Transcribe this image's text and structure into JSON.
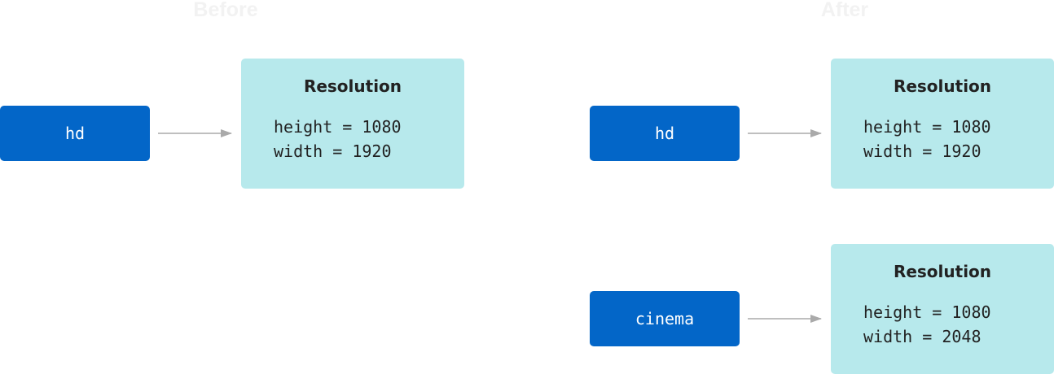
{
  "headings": {
    "before": "Before",
    "after": "After"
  },
  "before": {
    "instances": [
      {
        "variable": "hd",
        "type": "Resolution",
        "height": "height = 1080",
        "width": "width = 1920"
      }
    ]
  },
  "after": {
    "instances": [
      {
        "variable": "hd",
        "type": "Resolution",
        "height": "height = 1080",
        "width": "width = 1920"
      },
      {
        "variable": "cinema",
        "type": "Resolution",
        "height": "height = 1080",
        "width": "width = 2048"
      }
    ]
  },
  "colors": {
    "variable_box": "#0366c8",
    "struct_box": "#b7e9ec",
    "arrow": "#aaaaaa",
    "heading": "#f2f2f2"
  }
}
